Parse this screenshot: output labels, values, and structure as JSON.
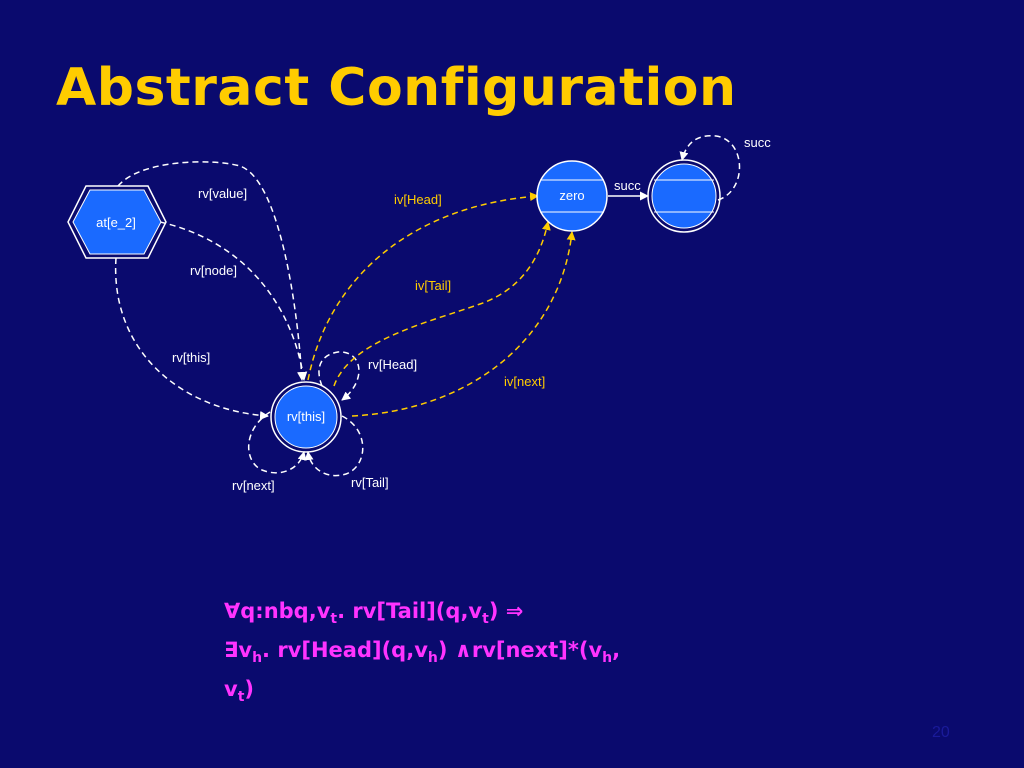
{
  "slide": {
    "title": "Abstract Configuration",
    "page_number": "20"
  },
  "nodes": {
    "at_e2": "at[e_2]",
    "rv_this": "rv[this]",
    "zero": "zero",
    "summary": ""
  },
  "edge_labels": {
    "rv_value": "rv[value]",
    "rv_node": "rv[node]",
    "rv_this": "rv[this]",
    "rv_head": "rv[Head]",
    "rv_next": "rv[next]",
    "rv_tail": "rv[Tail]",
    "iv_head": "iv[Head]",
    "iv_tail": "iv[Tail]",
    "iv_next": "iv[next]",
    "succ_mid": "succ",
    "succ_loop": "succ"
  },
  "colors": {
    "background": "#0a0a6e",
    "title": "#ffcc00",
    "node_fill": "#1a6aff",
    "rv_edge": "#ffffff",
    "iv_edge": "#ffcc00",
    "formula": "#ff33ff"
  },
  "formula": {
    "l1_sym": "∀",
    "l1_a": "q:nbq,v",
    "l1_sub1": "t",
    "l1_b": ". rv[Tail](q,v",
    "l1_sub2": "t",
    "l1_c": ") ",
    "l1_op": "⇒",
    "l2_sym": "∃",
    "l2_a": "v",
    "l2_sub1": "h",
    "l2_b": ". rv[Head](q,v",
    "l2_sub2": "h",
    "l2_c": ") ",
    "l2_op": "∧",
    "l2_d": "rv[next]*(v",
    "l2_sub3": "h",
    "l2_e": ",",
    "l3_a": "v",
    "l3_sub1": "t",
    "l3_b": ")"
  }
}
